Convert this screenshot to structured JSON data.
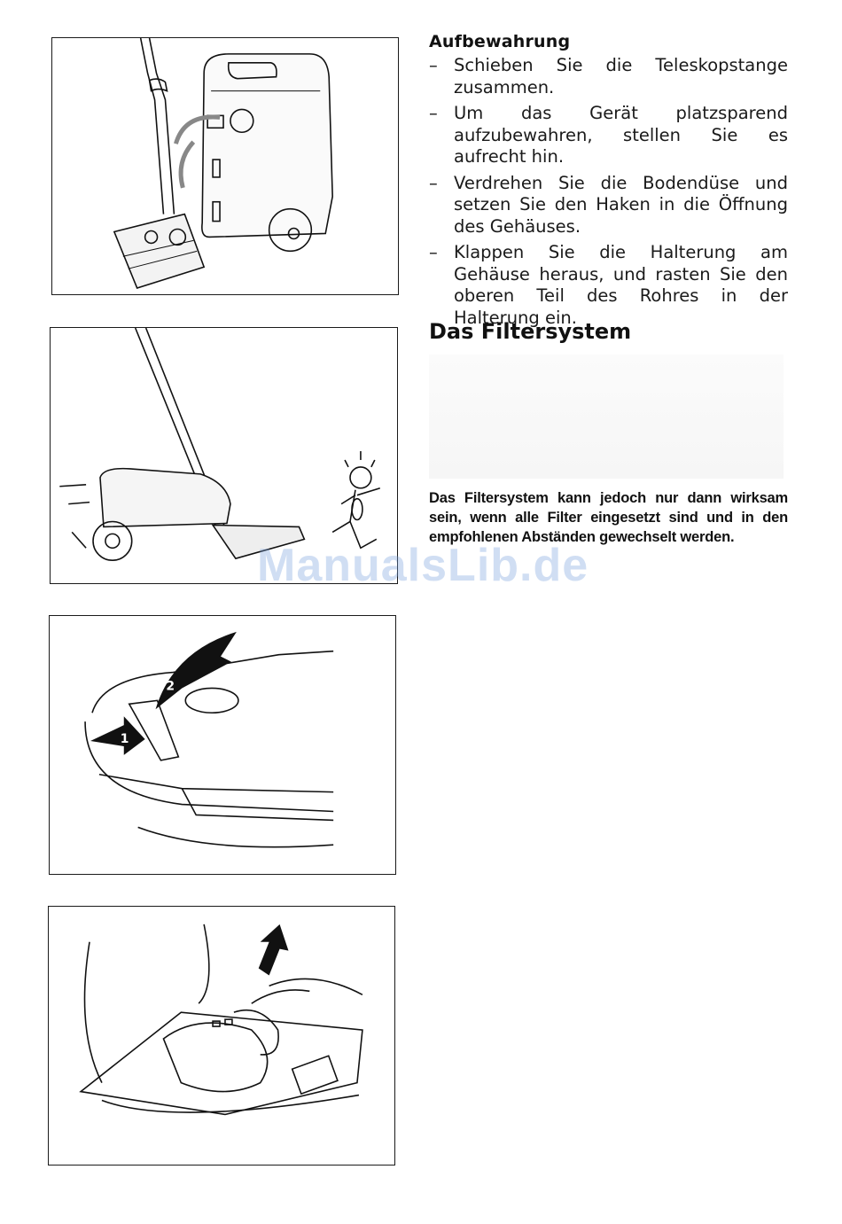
{
  "storage": {
    "heading": "Aufbewahrung",
    "dash": "–",
    "items": [
      "Schieben Sie die Teleskopstange zusammen.",
      "Um das Gerät platzsparend aufzubewahren, stellen Sie es aufrecht hin.",
      "Verdrehen Sie die Bodendüse und setzen Sie den Haken in die Öffnung des Gehäuses.",
      "Klappen Sie die Halterung am Gehäuse heraus, und rasten Sie den oberen Teil des Rohres in der Halterung ein."
    ]
  },
  "filter": {
    "heading": "Das Filtersystem",
    "note": "Das Filtersystem kann jedoch nur dann wirksam sein, wenn alle Filter eingesetzt sind und in den empfohlenen Abständen gewechselt werden."
  },
  "figures": {
    "fig3_step1": "1",
    "fig3_step2": "2"
  },
  "watermark": "ManualsLib.de"
}
